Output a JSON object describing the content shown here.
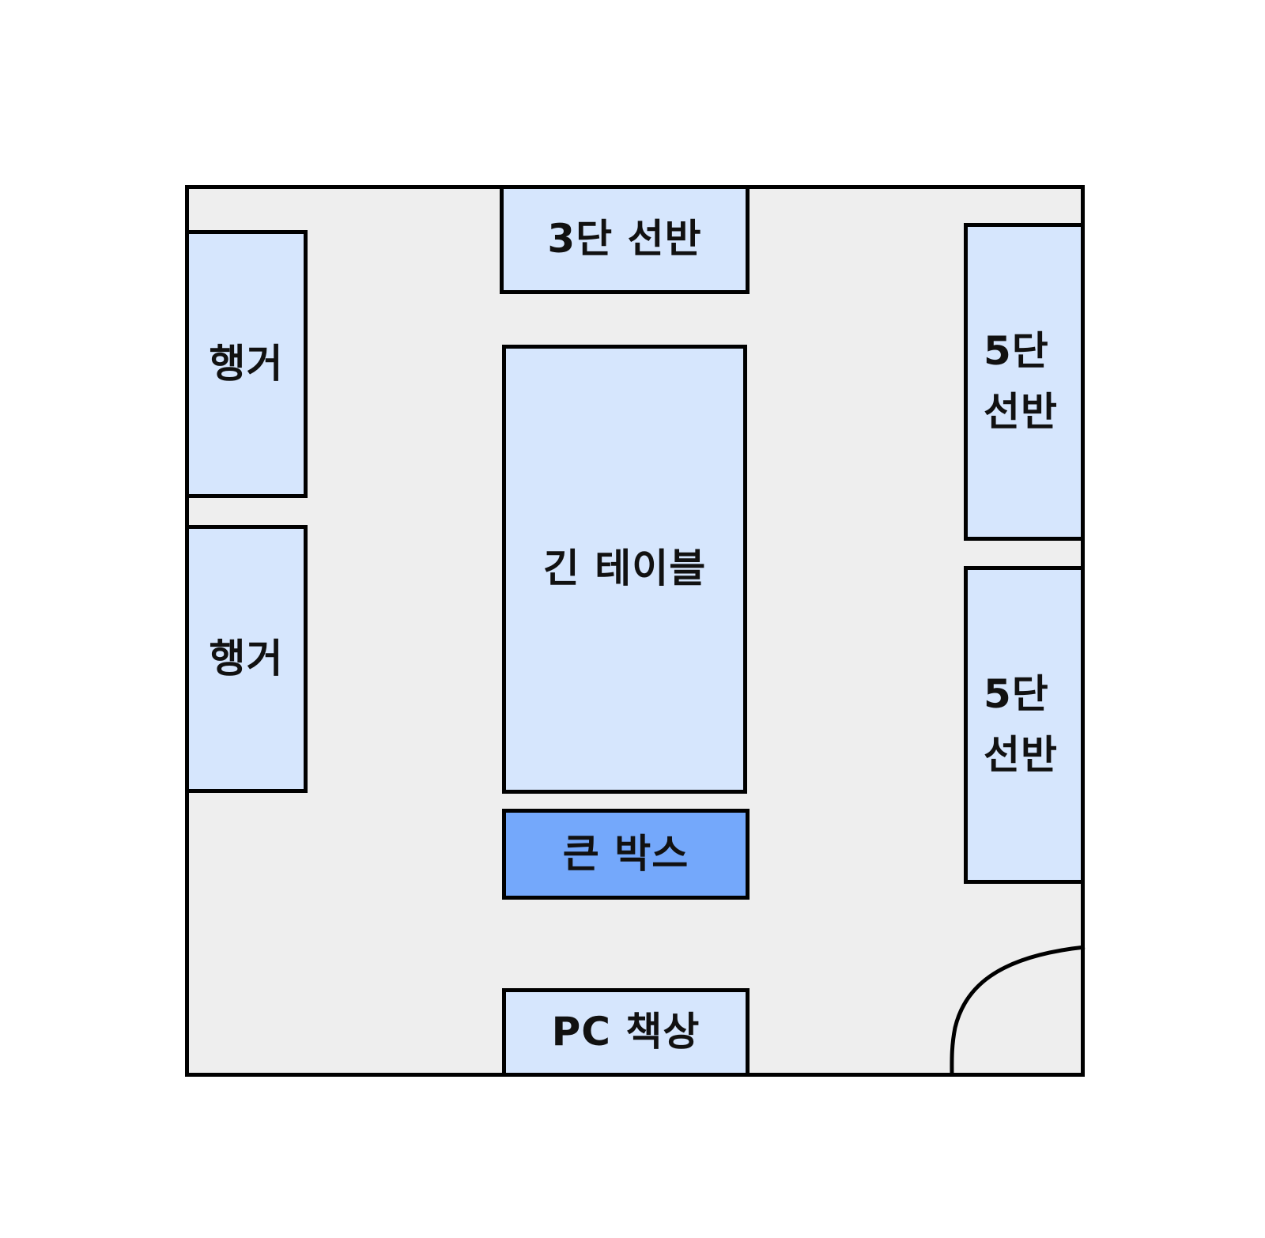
{
  "diagram": {
    "title": "",
    "room": {
      "background": "#eeeeee",
      "border": "#000000"
    },
    "colors": {
      "furniture": "#d6e6fd",
      "highlight": "#74a8fb"
    },
    "items": [
      {
        "id": "shelf-3tier",
        "label": "3단 선반"
      },
      {
        "id": "hanger-1",
        "label": "행거"
      },
      {
        "id": "hanger-2",
        "label": "행거"
      },
      {
        "id": "long-table",
        "label": "긴 테이블"
      },
      {
        "id": "big-box",
        "label": "큰 박스"
      },
      {
        "id": "pc-desk",
        "label": "PC 책상"
      },
      {
        "id": "shelf-5tier-1",
        "line1": "5단",
        "line2": "선반"
      },
      {
        "id": "shelf-5tier-2",
        "line1": "5단",
        "line2": "선반"
      }
    ],
    "door": {
      "position": "bottom-right",
      "type": "swing-arc"
    }
  }
}
